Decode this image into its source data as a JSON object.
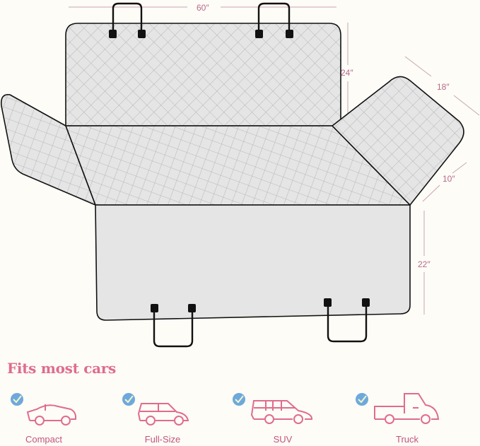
{
  "dimensions": {
    "width": "60″",
    "backrest_height": "24″",
    "side_flap_width": "18″",
    "side_flap_height": "10″",
    "seat_extension": "22″"
  },
  "fits": {
    "title": "Fits most cars",
    "vehicles": [
      {
        "label": "Compact",
        "icon": "coupe-car-icon",
        "checked": true
      },
      {
        "label": "Full-Size",
        "icon": "hatchback-car-icon",
        "checked": true
      },
      {
        "label": "SUV",
        "icon": "suv-icon",
        "checked": true
      },
      {
        "label": "Truck",
        "icon": "pickup-truck-icon",
        "checked": true
      }
    ]
  },
  "colors": {
    "accent": "#df6c8e",
    "check": "#6fa8dc",
    "fabric": "#e4e5e4",
    "background": "#fdfcf7"
  }
}
